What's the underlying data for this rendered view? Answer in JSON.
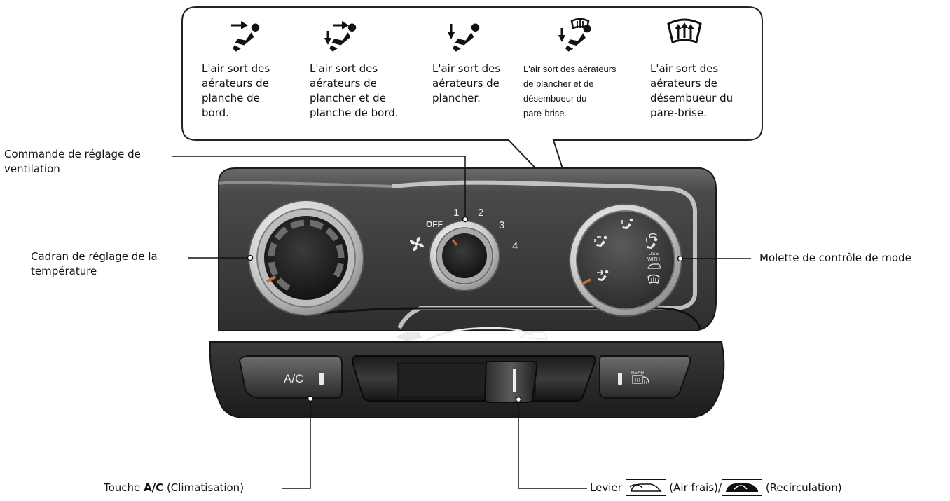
{
  "modes": [
    {
      "icon": "dashboard-vents-icon",
      "text": "L'air sort des\naérateurs de\nplanche de\nbord."
    },
    {
      "icon": "floor-dashboard-vents-icon",
      "text": "L'air sort des\naérateurs de\nplancher et de\nplanche de bord."
    },
    {
      "icon": "floor-vents-icon",
      "text": "L'air sort des\naérateurs de\nplancher."
    },
    {
      "icon": "floor-defrost-vents-icon",
      "text": "L'air sort des aérateurs\nde plancher et de\ndésembueur du\npare-brise."
    },
    {
      "icon": "windshield-defrost-icon",
      "text": "L'air sort des\naérateurs de\ndésembueur du\npare-brise."
    }
  ],
  "callouts": {
    "fan": "Commande de réglage de\nventilation",
    "temp": "Cadran de réglage de la\ntempérature",
    "mode": "Molette de contrôle de mode",
    "ac_prefix": "Touche ",
    "ac_bold": "A/C",
    "ac_suffix": " (Climatisation)",
    "lever_prefix": "Levier ",
    "lever_fresh": " (Air frais)/",
    "lever_recirc": " (Recirculation)"
  },
  "panel": {
    "fan_off": "OFF",
    "fan_speeds": [
      "1",
      "2",
      "3",
      "4"
    ],
    "ac_button": "A/C",
    "mode_use_with": "USE\nWITH",
    "rear_label": "REAR"
  }
}
